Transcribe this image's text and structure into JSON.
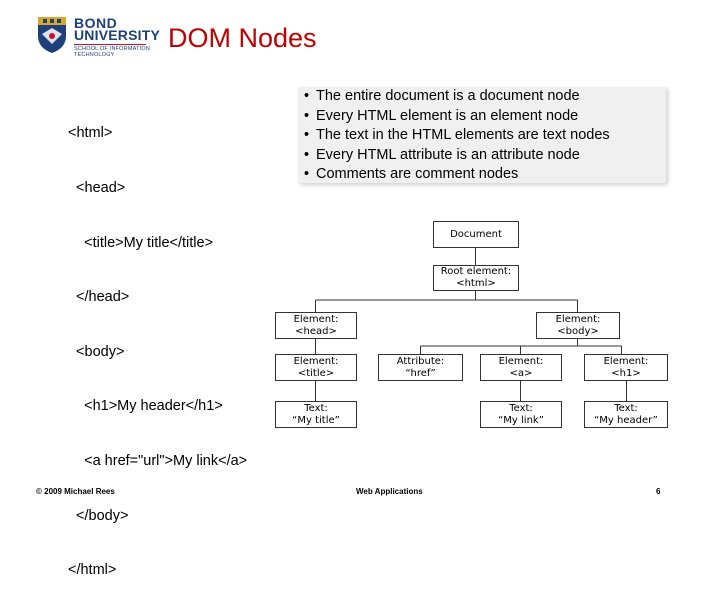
{
  "logo": {
    "line1": "BOND",
    "line2": "UNIVERSITY",
    "sub1": "SCHOOL OF INFORMATION",
    "sub2": "TECHNOLOGY"
  },
  "title": "DOM Nodes",
  "code_lines": [
    "<html>",
    "  <head>",
    "    <title>My title</title>",
    "  </head>",
    "  <body>",
    "    <h1>My header</h1>",
    "    <a href=\"url\">My link</a>",
    "  </body>",
    "</html>"
  ],
  "facts": [
    "The entire document is a document node",
    "Every HTML element is an element node",
    "The text in the HTML elements are text nodes",
    "Every HTML attribute is an attribute node",
    "Comments are comment nodes"
  ],
  "tree": {
    "document": [
      "Document"
    ],
    "root": [
      "Root element:",
      "<html>"
    ],
    "head": [
      "Element:",
      "<head>"
    ],
    "body": [
      "Element:",
      "<body>"
    ],
    "title_el": [
      "Element:",
      "<title>"
    ],
    "attr": [
      "Attribute:",
      "“href”"
    ],
    "a_el": [
      "Element:",
      "<a>"
    ],
    "h1_el": [
      "Element:",
      "<h1>"
    ],
    "text_title": [
      "Text:",
      "“My title”"
    ],
    "text_link": [
      "Text:",
      "“My link”"
    ],
    "text_header": [
      "Text:",
      "“My header”"
    ]
  },
  "footer": {
    "copyright": "© 2009 Michael Rees",
    "course": "Web Applications",
    "page": "6"
  }
}
